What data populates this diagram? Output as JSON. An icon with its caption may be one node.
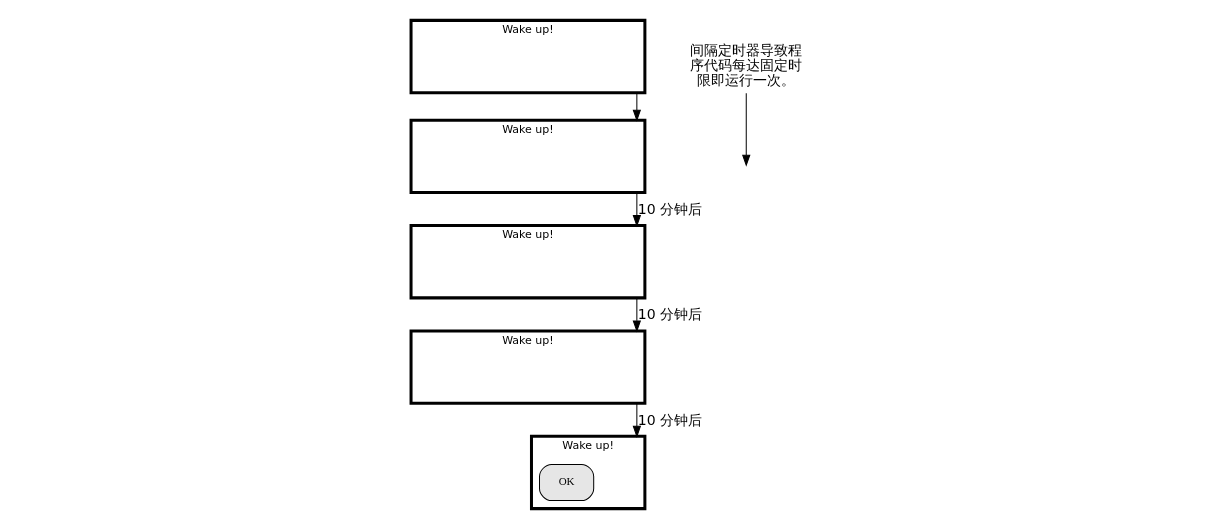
{
  "diagram": {
    "nodes": [
      {
        "text": [
          "Wake up!"
        ]
      },
      {
        "text": [
          "Wake up!"
        ]
      },
      {
        "text": [
          "Wake up!"
        ]
      },
      {
        "text": [
          "Wake up!"
        ]
      },
      {
        "text": [
          "Wake up!"
        ]
      },
      {
        "text": [
          "OK"
        ],
        "in": 4
      },
      {
        "text": [
          "间隔定时器导致程序代码每达固定时限即运行一次。"
        ]
      }
    ],
    "edges": [
      {
        "from": 0,
        "to": 1,
        "arrow": "to"
      },
      {
        "from": 1,
        "to": 2,
        "arrow": "to",
        "label": "10 分钟后"
      },
      {
        "from": 2,
        "to": 3,
        "arrow": "to",
        "label": "10 分钟后"
      },
      {
        "from": 3,
        "to": 4,
        "arrow": "to",
        "label": "10 分钟后"
      },
      {
        "from": 6,
        "to": null,
        "arrow": "to"
      }
    ]
  }
}
